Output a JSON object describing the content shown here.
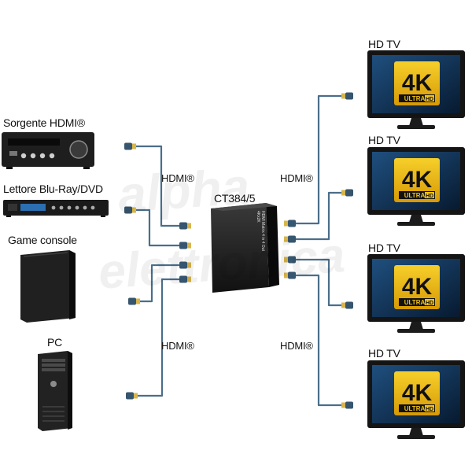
{
  "sources": [
    {
      "label": "Sorgente HDMI®",
      "kind": "receiver"
    },
    {
      "label": "Lettore Blu-Ray/DVD",
      "kind": "bluray"
    },
    {
      "label": "Game console",
      "kind": "console"
    },
    {
      "label": "PC",
      "kind": "pc-tower"
    }
  ],
  "displays": [
    {
      "label": "HD TV",
      "badge_main": "4K",
      "badge_sub_a": "ULTRA",
      "badge_sub_b": "HD"
    },
    {
      "label": "HD TV",
      "badge_main": "4K",
      "badge_sub_a": "ULTRA",
      "badge_sub_b": "HD"
    },
    {
      "label": "HD TV",
      "badge_main": "4K",
      "badge_sub_a": "ULTRA",
      "badge_sub_b": "HD"
    },
    {
      "label": "HD TV",
      "badge_main": "4K",
      "badge_sub_a": "ULTRA",
      "badge_sub_b": "HD"
    }
  ],
  "hub": {
    "model": "CT384/5",
    "face_text_1": "HDMI Matrix 4 in 4 Out",
    "face_text_2": "4Kx2K"
  },
  "cable_labels": {
    "left_top": "HDMI®",
    "left_bottom": "HDMI®",
    "right_top": "HDMI®",
    "right_bottom": "HDMI®"
  },
  "watermark": {
    "line1": "alpha",
    "line2": "elettronica"
  },
  "colors": {
    "cable": "#4a6e8a",
    "plug_tip": "#d9b64a",
    "screen": "#0d2b4a",
    "badge": "#e8b70c",
    "device": "#1d1d1d"
  }
}
